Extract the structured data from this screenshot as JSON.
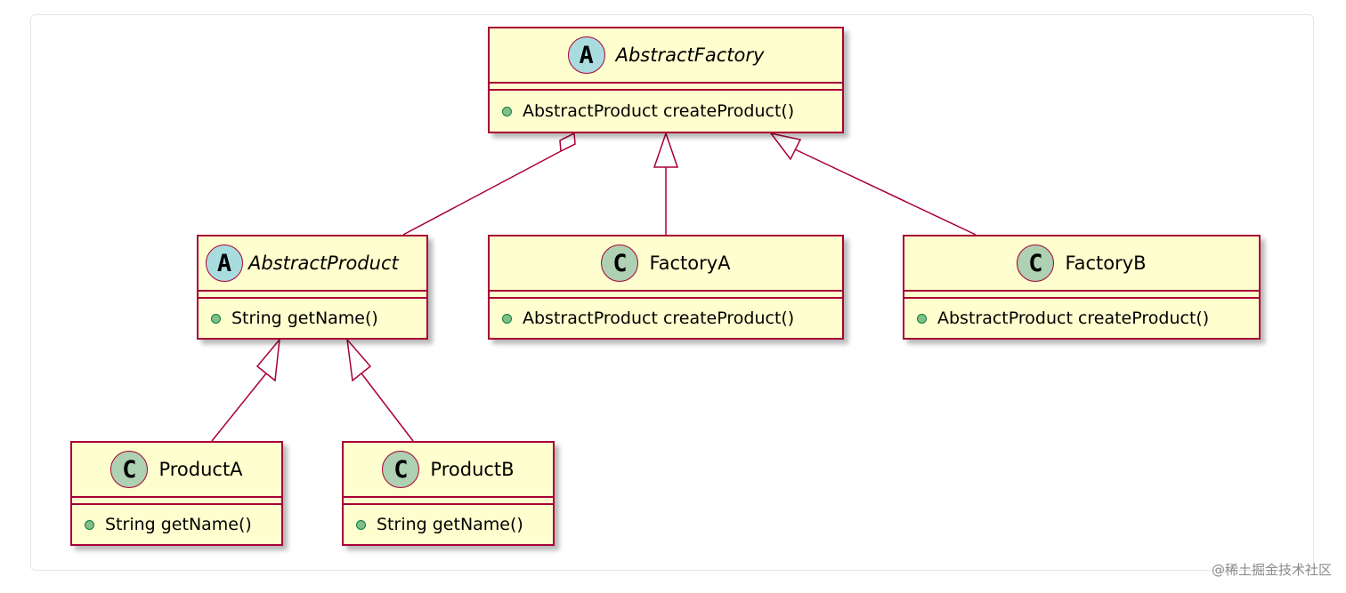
{
  "colors": {
    "class_fill": "#fefece",
    "border": "#a80036",
    "abstract_badge": "#a9dcdf",
    "concrete_badge": "#add1b2",
    "visibility_dot": "#84be84"
  },
  "classes": {
    "abstract_factory": {
      "name": "AbstractFactory",
      "badge": "A",
      "method": "AbstractProduct createProduct()"
    },
    "abstract_product": {
      "name": "AbstractProduct",
      "badge": "A",
      "method": "String getName()"
    },
    "factory_a": {
      "name": "FactoryA",
      "badge": "C",
      "method": "AbstractProduct createProduct()"
    },
    "factory_b": {
      "name": "FactoryB",
      "badge": "C",
      "method": "AbstractProduct createProduct()"
    },
    "product_a": {
      "name": "ProductA",
      "badge": "C",
      "method": "String getName()"
    },
    "product_b": {
      "name": "ProductB",
      "badge": "C",
      "method": "String getName()"
    }
  },
  "relations": [
    {
      "from": "AbstractFactory",
      "to": "AbstractProduct",
      "type": "aggregation"
    },
    {
      "from": "FactoryA",
      "to": "AbstractFactory",
      "type": "inheritance"
    },
    {
      "from": "FactoryB",
      "to": "AbstractFactory",
      "type": "inheritance"
    },
    {
      "from": "ProductA",
      "to": "AbstractProduct",
      "type": "inheritance"
    },
    {
      "from": "ProductB",
      "to": "AbstractProduct",
      "type": "inheritance"
    }
  ],
  "watermark": "@稀土掘金技术社区"
}
